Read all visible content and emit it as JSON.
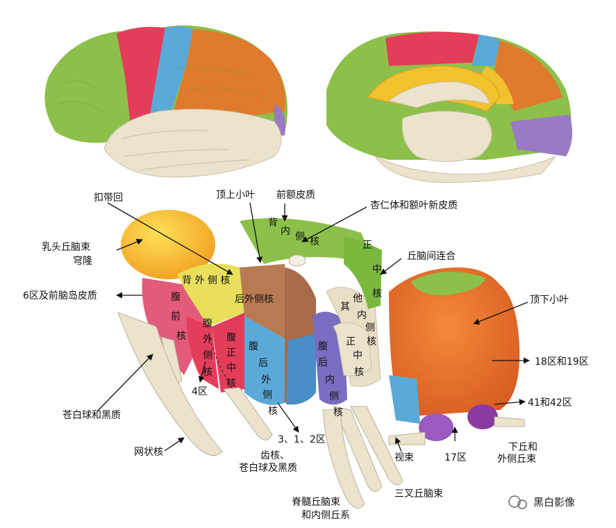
{
  "labels": {
    "cingulate": "扣带回",
    "superior_parietal": "顶上小叶",
    "prefrontal": "前额皮质",
    "amygdala": "杏仁体和额叶新皮质",
    "mammillothalamic": "乳头丘脑束",
    "mammillothalamic2": "穹隆",
    "interthalamic": "丘脑间连合",
    "area6": "6区及前脑岛皮质",
    "inferior_parietal": "顶下小叶",
    "area18_19": "18区和19区",
    "area4": "4区",
    "area41_42": "41和42区",
    "globus_pallidus": "苍白球和黑质",
    "area312": "3、1、2区",
    "optic_tract": "视束",
    "reticular": "网状核",
    "area17": "17区",
    "inferior_colliculus": "下丘和",
    "inferior_colliculus2": "外侧丘束",
    "dentate": "齿核、",
    "dentate2": "苍白球及黑质",
    "trigeminal": "三叉丘脑束",
    "spinothalamic": "脊髓丘脑束",
    "spinothalamic2": "和内侧丘系",
    "watermark": "黑白影像"
  },
  "nuclei": {
    "dorsal_medial": [
      "背",
      "内",
      "侧",
      "核"
    ],
    "centromedian_top": [
      "正",
      "中",
      "核"
    ],
    "dorsal_lateral": "背 外 侧 核",
    "lateral_posterior": "后外侧核",
    "other_medial": [
      "其",
      "他",
      "内",
      "侧",
      "核"
    ],
    "ventral_anterior": [
      "腹",
      "前",
      "核"
    ],
    "ventral_lateral": [
      "腹",
      "外",
      "侧",
      "核"
    ],
    "ventral_median": [
      "腹",
      "正",
      "中",
      "核"
    ],
    "ventral_posterolateral": [
      "腹",
      "后",
      "外",
      "侧",
      "核"
    ],
    "ventral_posteromedial": [
      "腹",
      "后",
      "内",
      "侧",
      "核"
    ],
    "centromedian": [
      "正",
      "中",
      "核"
    ]
  },
  "colors": {
    "green": "#8cc04a",
    "red": "#e43d5a",
    "blue": "#5aa9d8",
    "orange": "#e07a2c",
    "purple": "#9a7ac2",
    "yellow": "#f2c12e",
    "cream": "#ece3cd",
    "pink": "#e25b7a",
    "brown": "#b87a52",
    "violet": "#7a6cc0"
  }
}
